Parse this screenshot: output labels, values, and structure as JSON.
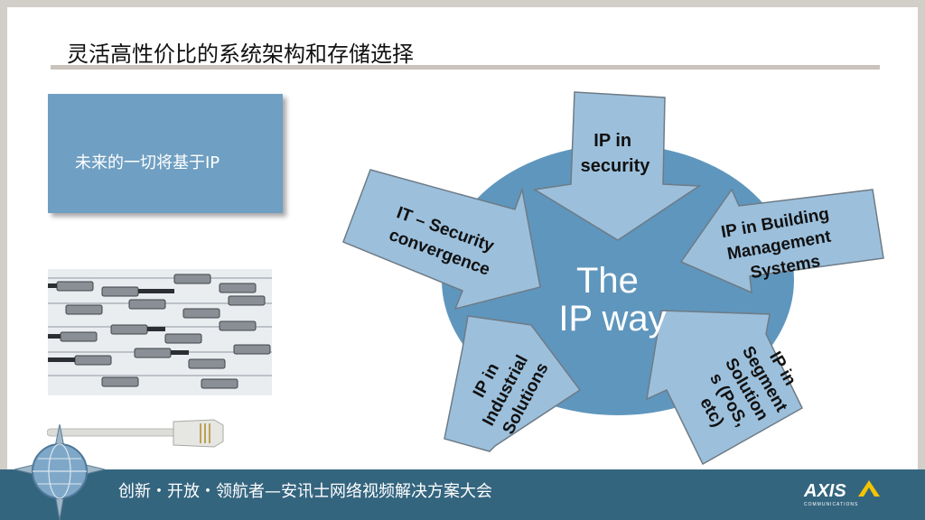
{
  "slide": {
    "title": "灵活高性价比的系统架构和存储选择",
    "callout": "未来的一切将基于IP",
    "footer": "创新・开放・领航者—安讯士网络视频解决方案大会"
  },
  "diagram": {
    "center": [
      "The",
      "IP way"
    ],
    "arrows": {
      "security": [
        "IP in",
        "security"
      ],
      "building": [
        "IP in Building",
        "Management",
        "Systems"
      ],
      "segment": [
        "IP in",
        "Segment",
        "Solution",
        "s (PoS,",
        "etc)"
      ],
      "industrial": [
        "IP in",
        "Industrial",
        "Solutions"
      ],
      "it": [
        "IT – Security",
        "convergence"
      ]
    }
  },
  "logo": {
    "brand": "AXIS",
    "sub": "COMMUNICATIONS"
  },
  "colors": {
    "ellipse": "#5f96bd",
    "arrow": "#9cc0dc",
    "callout": "#6f9fc2",
    "footer": "#34657f",
    "rule": "#c9c3bb",
    "logo_accent": "#f4c400"
  },
  "icons": [
    "globe-icon",
    "cable-connectors-image",
    "ethernet-plug-image"
  ]
}
